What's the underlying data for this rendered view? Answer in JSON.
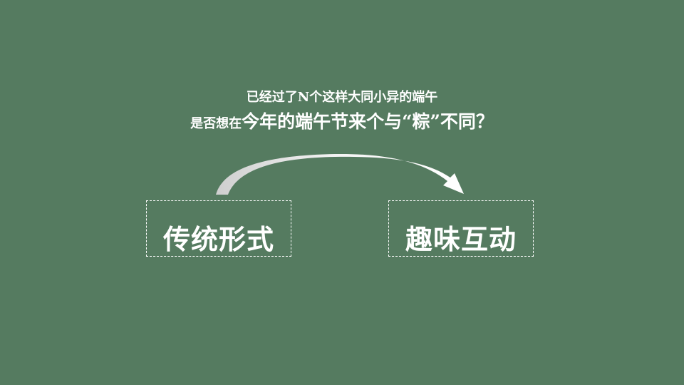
{
  "heading": {
    "line1": "已经过了N个这样大同小异的端午",
    "line2_prefix": "是否想在",
    "line2_main": "今年的端午节来个与“粽”不同？"
  },
  "diagram": {
    "from_label": "传统形式",
    "to_label": "趣味互动",
    "arrow": "curved-arrow-right"
  },
  "colors": {
    "background": "#557b60",
    "text": "#ffffff",
    "arrow_start": "#cfcfcf",
    "arrow_end": "#ffffff"
  }
}
